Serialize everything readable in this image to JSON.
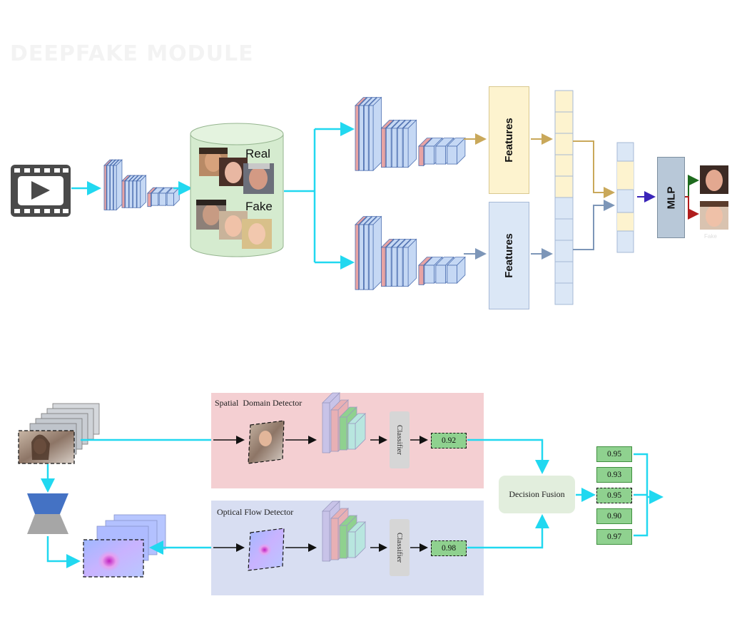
{
  "module": {
    "title": "DEEPFAKE MODULE"
  },
  "top": {
    "database": {
      "real_label": "Real",
      "fake_label": "Fake"
    },
    "features_label": "Features",
    "mlp_label": "MLP",
    "output_fake_label": "Fake"
  },
  "bottom": {
    "spatial": {
      "title": "Spatial  Domain Detector",
      "classifier": "Classifier",
      "score": "0.92"
    },
    "optical": {
      "title": "Optical Flow Detector",
      "classifier": "Classifier",
      "score": "0.98"
    },
    "fusion_label": "Decision Fusion",
    "score_list": [
      "0.95",
      "0.93",
      "0.95",
      "0.90",
      "0.97"
    ]
  },
  "colors": {
    "arrow": "#21d8f0",
    "cnn_blue": "#c5d8f4",
    "cnn_pink": "#e8a3a3",
    "feature_yellow": "#fdf3cf",
    "feature_blue": "#dbe7f6",
    "spatial_bg": "#f4cfd2",
    "optical_bg": "#d8def2",
    "score_green": "#8fd18f"
  }
}
